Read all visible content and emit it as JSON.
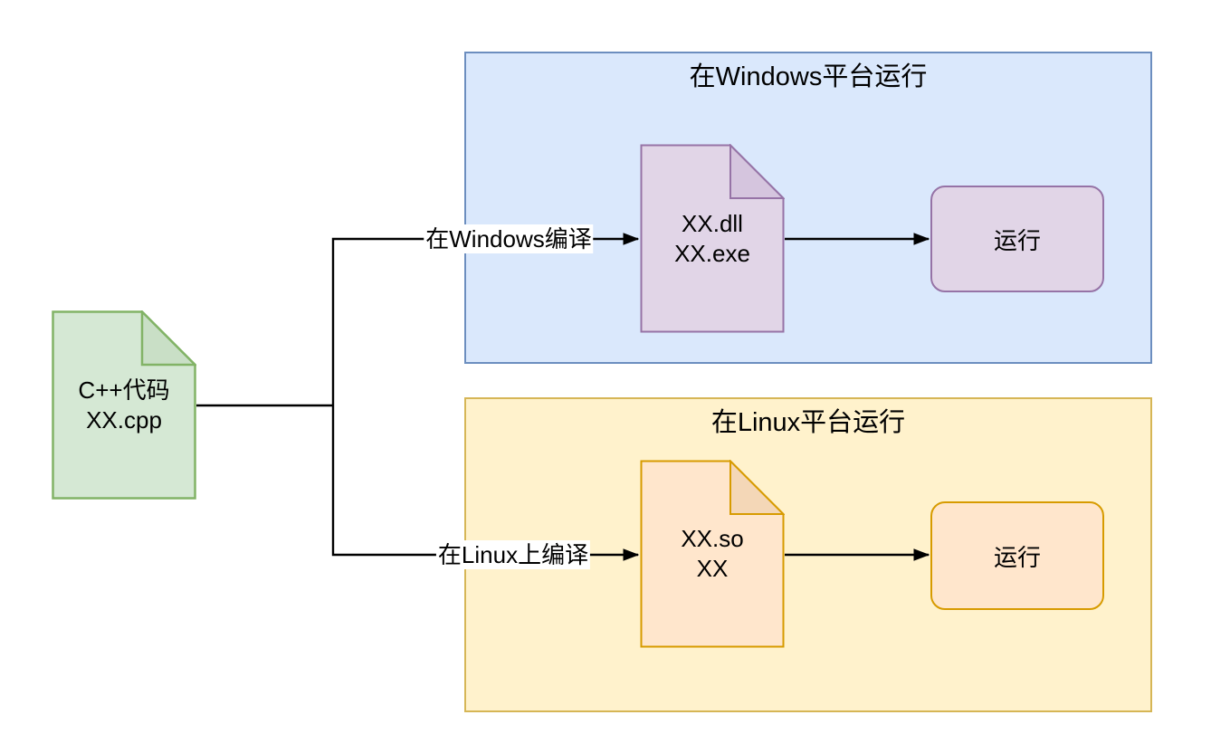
{
  "diagram": {
    "source": {
      "line1": "C++代码",
      "line2": "XX.cpp"
    },
    "windows_branch": {
      "container_title": "在Windows平台运行",
      "edge_label": "在Windows编译",
      "artifact": {
        "line1": "XX.dll",
        "line2": "XX.exe"
      },
      "run_label": "运行"
    },
    "linux_branch": {
      "container_title": "在Linux平台运行",
      "edge_label": "在Linux上编译",
      "artifact": {
        "line1": "XX.so",
        "line2": "XX"
      },
      "run_label": "运行"
    },
    "colors": {
      "source_fill": "#d5e8d4",
      "source_stroke": "#82b366",
      "source_fold": "#c9dfc6",
      "windows_container_fill": "#dae8fc",
      "windows_container_stroke": "#6c8ebf",
      "windows_node_fill": "#e1d5e7",
      "windows_node_stroke": "#9673a6",
      "windows_node_fold": "#d5c5de",
      "linux_container_fill": "#fff2cc",
      "linux_container_stroke": "#d6b656",
      "linux_node_fill": "#ffe6cc",
      "linux_node_stroke": "#d79b00",
      "linux_node_fold": "#f4d7b7",
      "connector": "#000000",
      "edge_label_background": "#ffffff",
      "text": "#000000",
      "canvas_background": "#ffffff"
    }
  }
}
